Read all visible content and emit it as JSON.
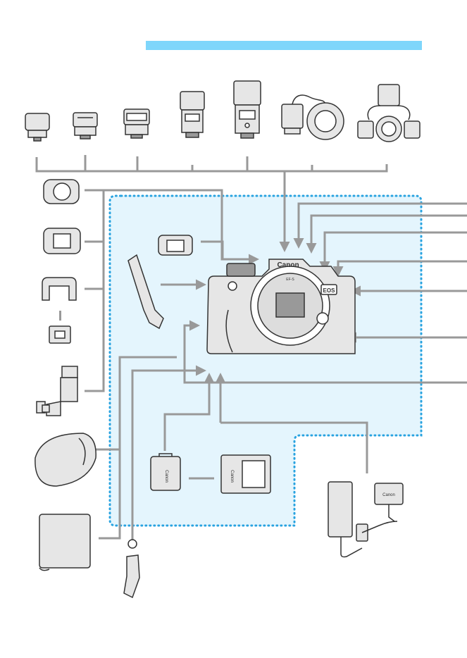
{
  "colors": {
    "header_bar": "#7fd6fb",
    "kit_zone_fill": "#e4f5fd",
    "kit_zone_border": "#29a3e0",
    "connector": "#999999",
    "outline": "#333333",
    "body_fill": "#e6e6e6"
  },
  "header": {
    "title": ""
  },
  "camera": {
    "brand": "Canon",
    "model": "EOS",
    "mount_text": "EF-S",
    "lens_ring_text": ""
  },
  "battery": {
    "brand": "Canon"
  },
  "charger": {
    "brand": "Canon"
  },
  "dc_coupler": {
    "brand": "Canon"
  },
  "icons": {
    "flash_units": [
      "transmitter-icon",
      "small-transmitter-icon",
      "compact-speedlite-icon",
      "mid-speedlite-icon",
      "large-speedlite-icon",
      "macro-ring-lite-icon",
      "macro-twin-lite-icon"
    ],
    "left_column": [
      "eyecup-icon",
      "rubber-frame-icon",
      "eyepiece-extender-icon",
      "eyepiece-adapter-icon",
      "angle-finder-icon",
      "semi-hard-case-icon",
      "cloth-icon"
    ],
    "center": [
      "camera-body-icon",
      "neck-strap-icon",
      "eyecup-small-icon",
      "wrist-strap-icon"
    ],
    "bottom": [
      "battery-pack-icon",
      "battery-charger-icon",
      "ac-adapter-icon",
      "dc-coupler-icon"
    ]
  }
}
